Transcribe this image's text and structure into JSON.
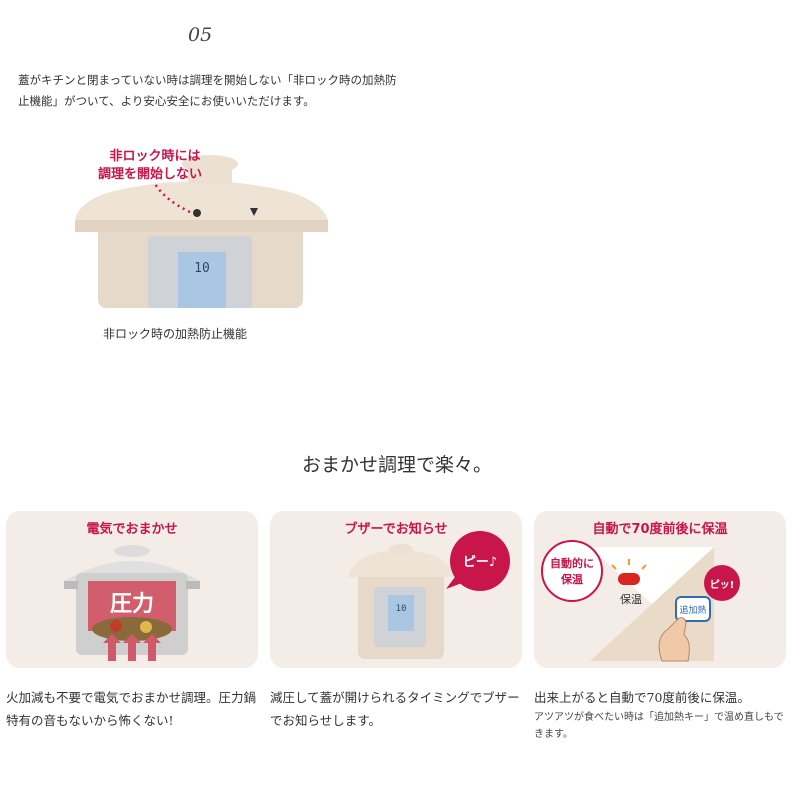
{
  "step_number": "05",
  "intro_text": "蓋がキチンと閉まっていない時は調理を開始しない「非ロック時の加熱防止機能」がついて、より安心安全にお使いいただけます。",
  "figure1": {
    "callout_line1": "非ロック時には",
    "callout_line2": "調理を開始しない",
    "caption": "非ロック時の加熱防止機能"
  },
  "section_heading": "おまかせ調理で楽々。",
  "cards": [
    {
      "title": "電気でおまかせ",
      "pot_label": "圧力",
      "description": "火加減も不要で電気でおまかせ調理。圧力鍋特有の音もないから怖くない!"
    },
    {
      "title": "ブザーでお知らせ",
      "bubble": "ピー♪",
      "description": "減圧して蓋が開けられるタイミングでブザーでお知らせします。"
    },
    {
      "title": "自動で70度前後に保温",
      "auto_label_line1": "自動的に",
      "auto_label_line2": "保温",
      "keep_warm_label": "保温",
      "beep": "ピッ!",
      "button_label": "追加熱",
      "description": "出来上がると自動で70度前後に保温。",
      "note": "アツアツが食べたい時は「追加熱キー」で温め直しもできます。"
    }
  ],
  "colors": {
    "accent": "#c8154a",
    "card_bg": "#f4ece7",
    "appliance": "#e9dccd"
  }
}
